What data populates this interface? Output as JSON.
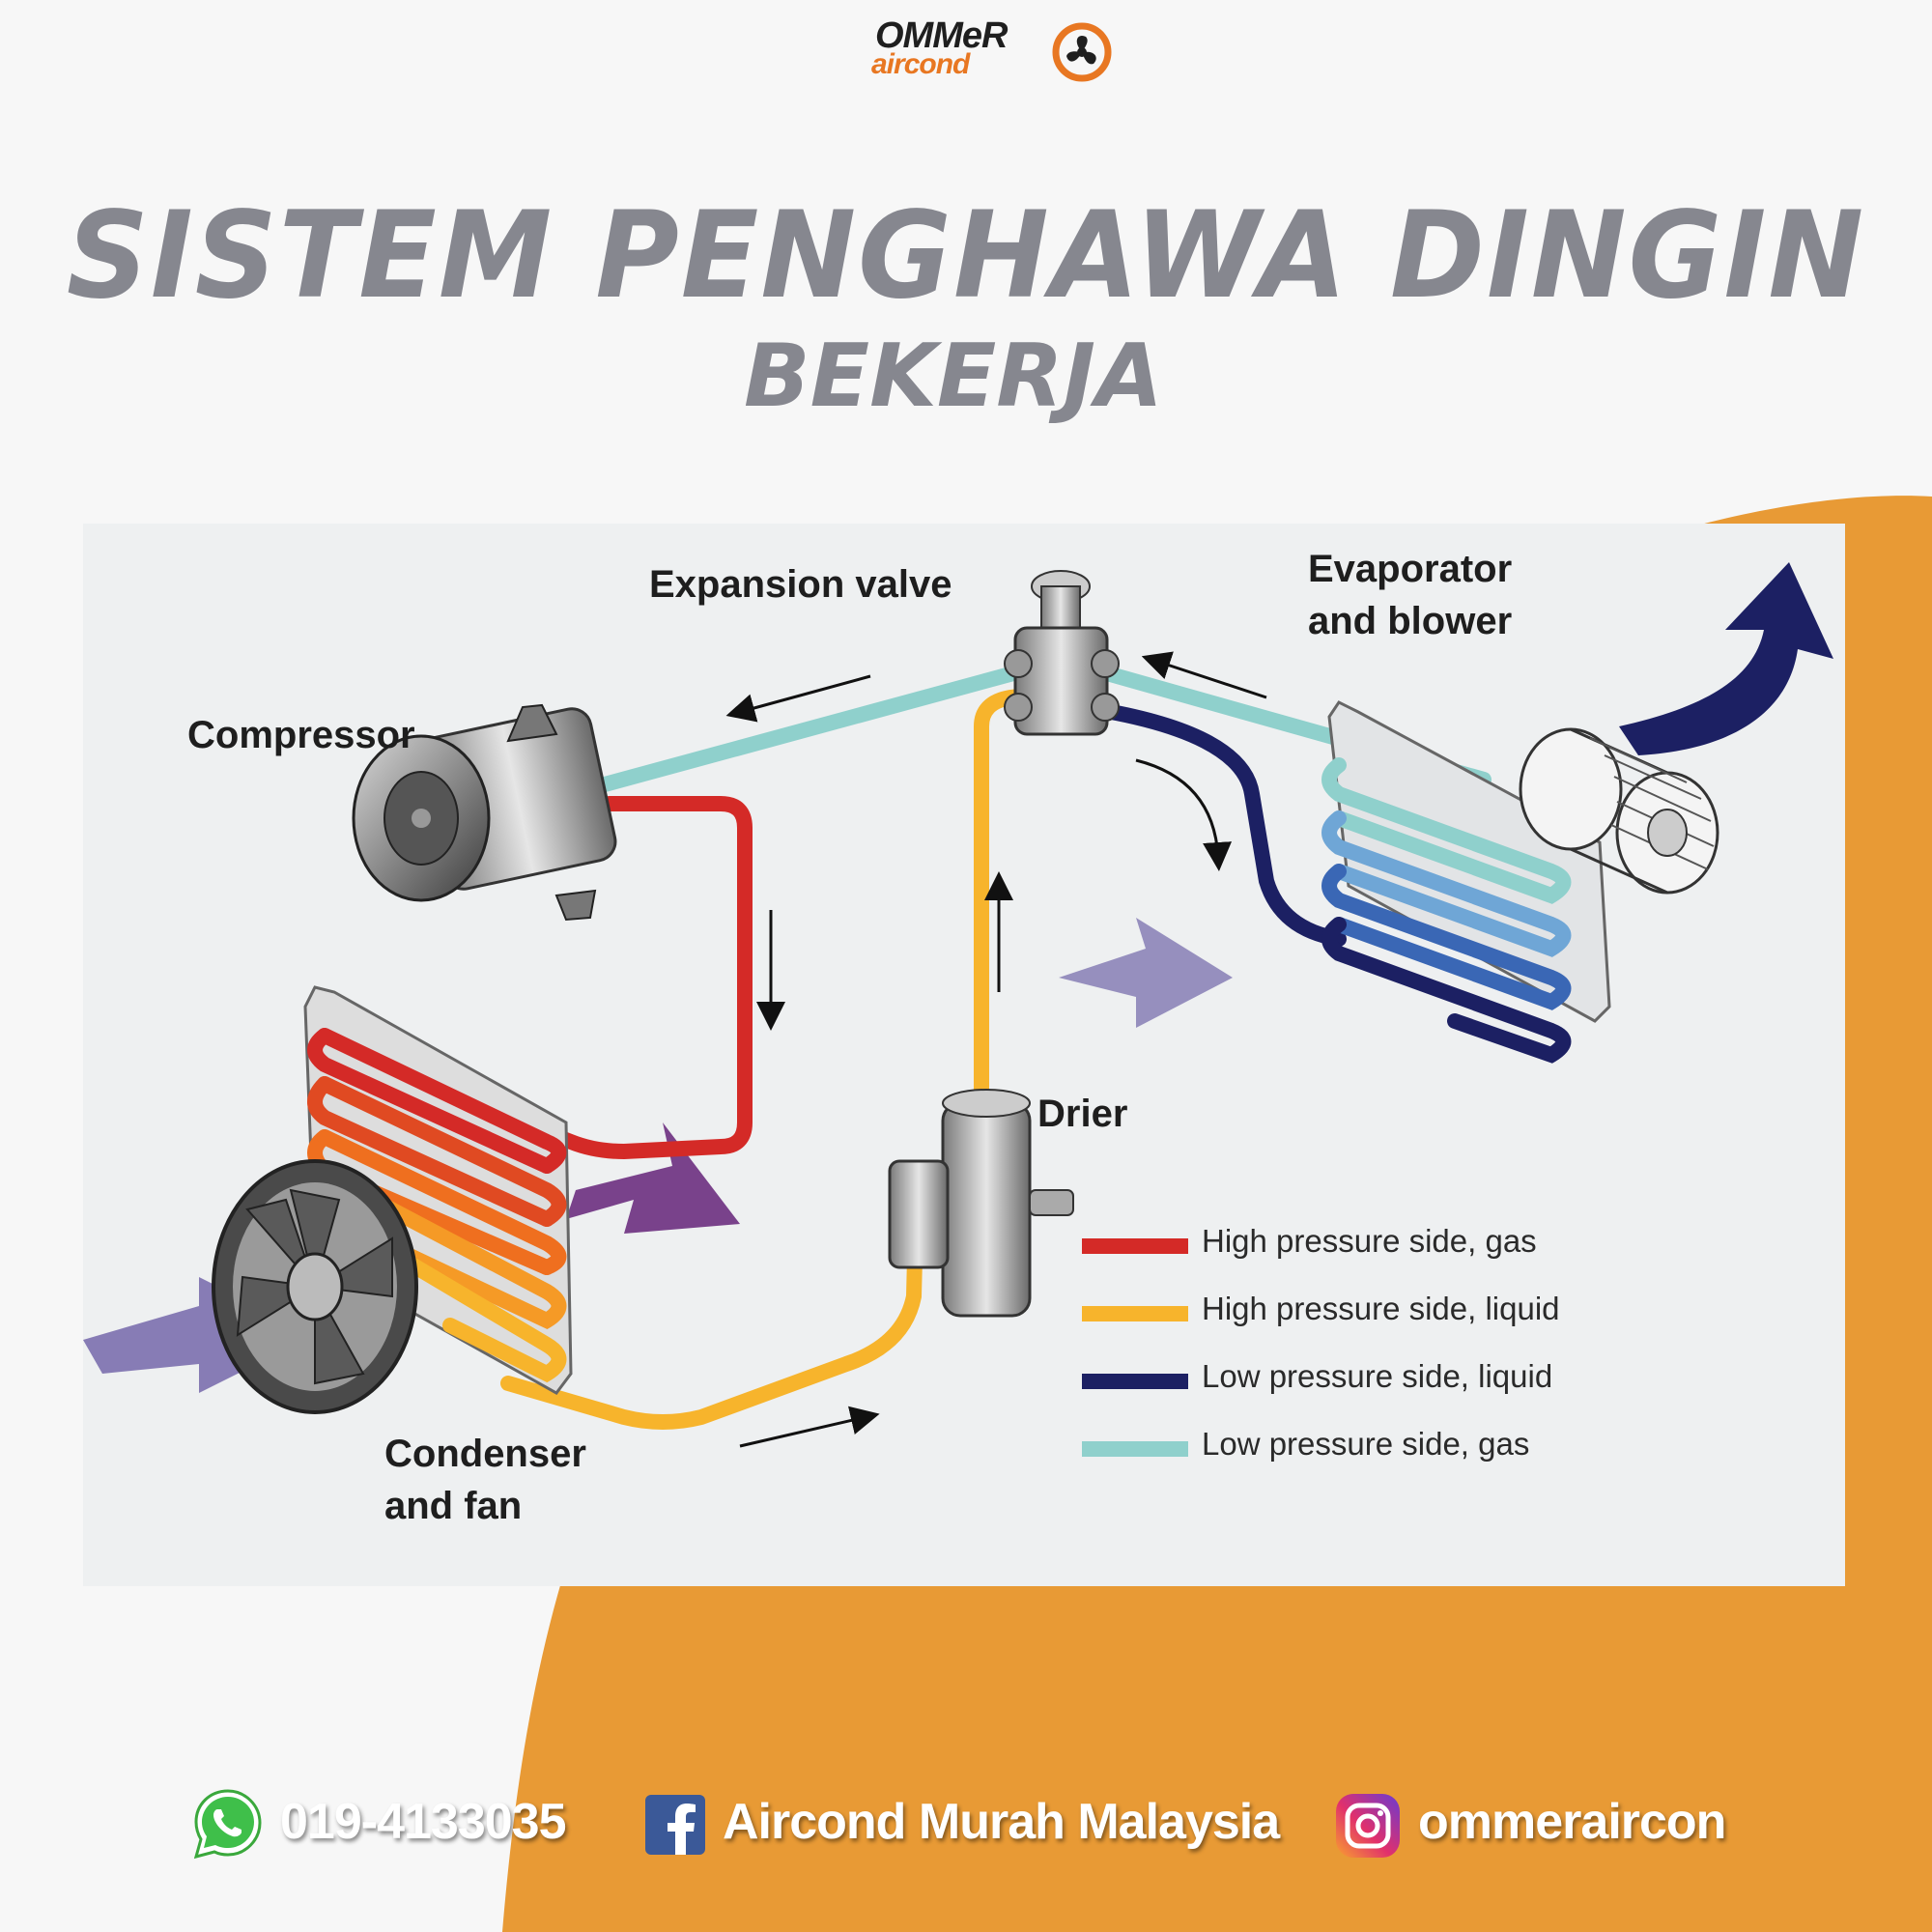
{
  "brand": {
    "logo_line1": "OMMeR",
    "logo_line2": "aircond",
    "primary_color": "#e89a35",
    "title_color": "#86878f"
  },
  "heading": {
    "title": "SISTEM PENGHAWA DINGIN",
    "subtitle": "BEKERJA"
  },
  "diagram": {
    "labels": {
      "expansion_valve": "Expansion valve",
      "evaporator_line1": "Evaporator",
      "evaporator_line2": "and blower",
      "compressor": "Compressor",
      "drier": "Drier",
      "condenser_line1": "Condenser",
      "condenser_line2": "and fan"
    },
    "legend": [
      {
        "label": "High pressure side, gas",
        "color": "#d42a27"
      },
      {
        "label": "High pressure side, liquid",
        "color": "#f7b42c"
      },
      {
        "label": "Low pressure side, liquid",
        "color": "#1c2063"
      },
      {
        "label": "Low pressure side, gas",
        "color": "#8fd0cc"
      }
    ]
  },
  "contacts": {
    "phone": "019-4133035",
    "facebook": "Aircond Murah Malaysia",
    "instagram": "ommeraircon",
    "icons": [
      "whatsapp-icon",
      "facebook-icon",
      "instagram-icon"
    ]
  }
}
